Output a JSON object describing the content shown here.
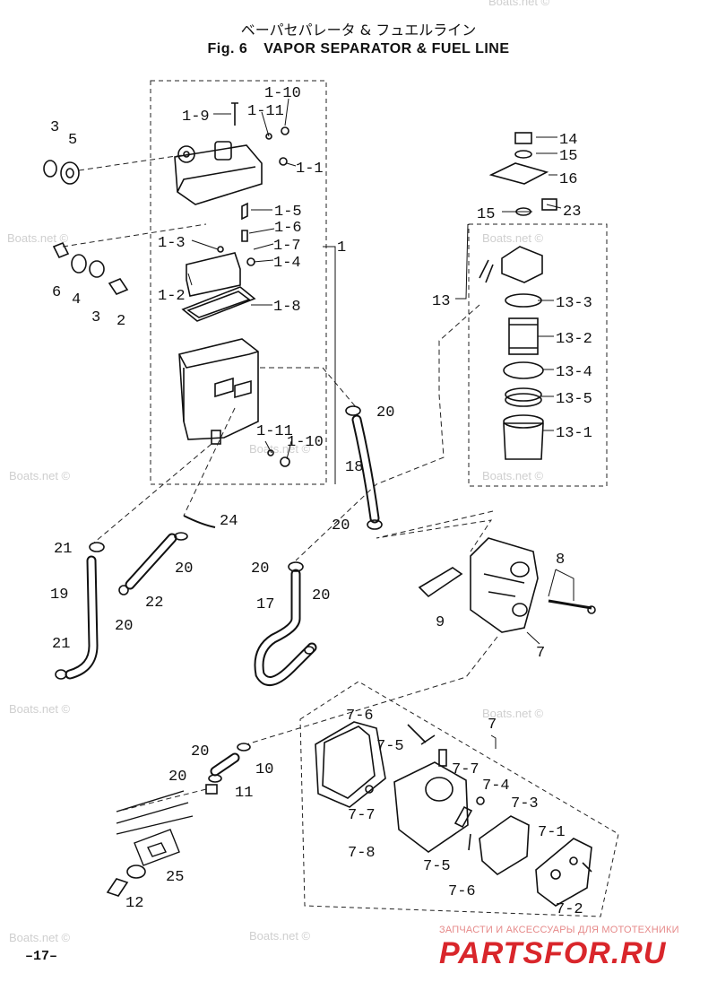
{
  "header": {
    "title_jp": "ベーパセパレータ & フュエルライン",
    "fig_label": "Fig. 6",
    "title_en": "VAPOR SEPARATOR & FUEL LINE"
  },
  "labels": {
    "p1": "1",
    "p1_2": "1-2",
    "p1_3": "1-3",
    "p1_4": "1-4",
    "p1_5": "1-5",
    "p1_6": "1-6",
    "p1_7": "1-7",
    "p1_8": "1-8",
    "p1_9": "1-9",
    "p1_10a": "1-10",
    "p1_10b": "1-10",
    "p1_11a": "1-11",
    "p1_11b": "1-11",
    "p1_1": "1-1",
    "p2": "2",
    "p3a": "3",
    "p3b": "3",
    "p4": "4",
    "p5": "5",
    "p6": "6",
    "p7a": "7",
    "p7b": "7",
    "p7_1": "7-1",
    "p7_2": "7-2",
    "p7_3": "7-3",
    "p7_4": "7-4",
    "p7_5a": "7-5",
    "p7_5b": "7-5",
    "p7_6a": "7-6",
    "p7_6b": "7-6",
    "p7_7a": "7-7",
    "p7_7b": "7-7",
    "p7_8": "7-8",
    "p8": "8",
    "p9": "9",
    "p10": "10",
    "p11": "11",
    "p12": "12",
    "p13": "13",
    "p13_1": "13-1",
    "p13_2": "13-2",
    "p13_3": "13-3",
    "p13_4": "13-4",
    "p13_5": "13-5",
    "p14": "14",
    "p15a": "15",
    "p15b": "15",
    "p16": "16",
    "p17": "17",
    "p18": "18",
    "p19": "19",
    "p20a": "20",
    "p20b": "20",
    "p20c": "20",
    "p20d": "20",
    "p20e": "20",
    "p20f": "20",
    "p20g": "20",
    "p20h": "20",
    "p21a": "21",
    "p21b": "21",
    "p22": "22",
    "p23": "23",
    "p24": "24",
    "p25": "25"
  },
  "watermark": "Boats.net ©",
  "footer": {
    "page_number": "–17–",
    "brand_tagline": "ЗАПЧАСТИ И АКСЕССУАРЫ ДЛЯ МОТОТЕХНИКИ",
    "brand_name": "PARTSFOR.RU"
  }
}
